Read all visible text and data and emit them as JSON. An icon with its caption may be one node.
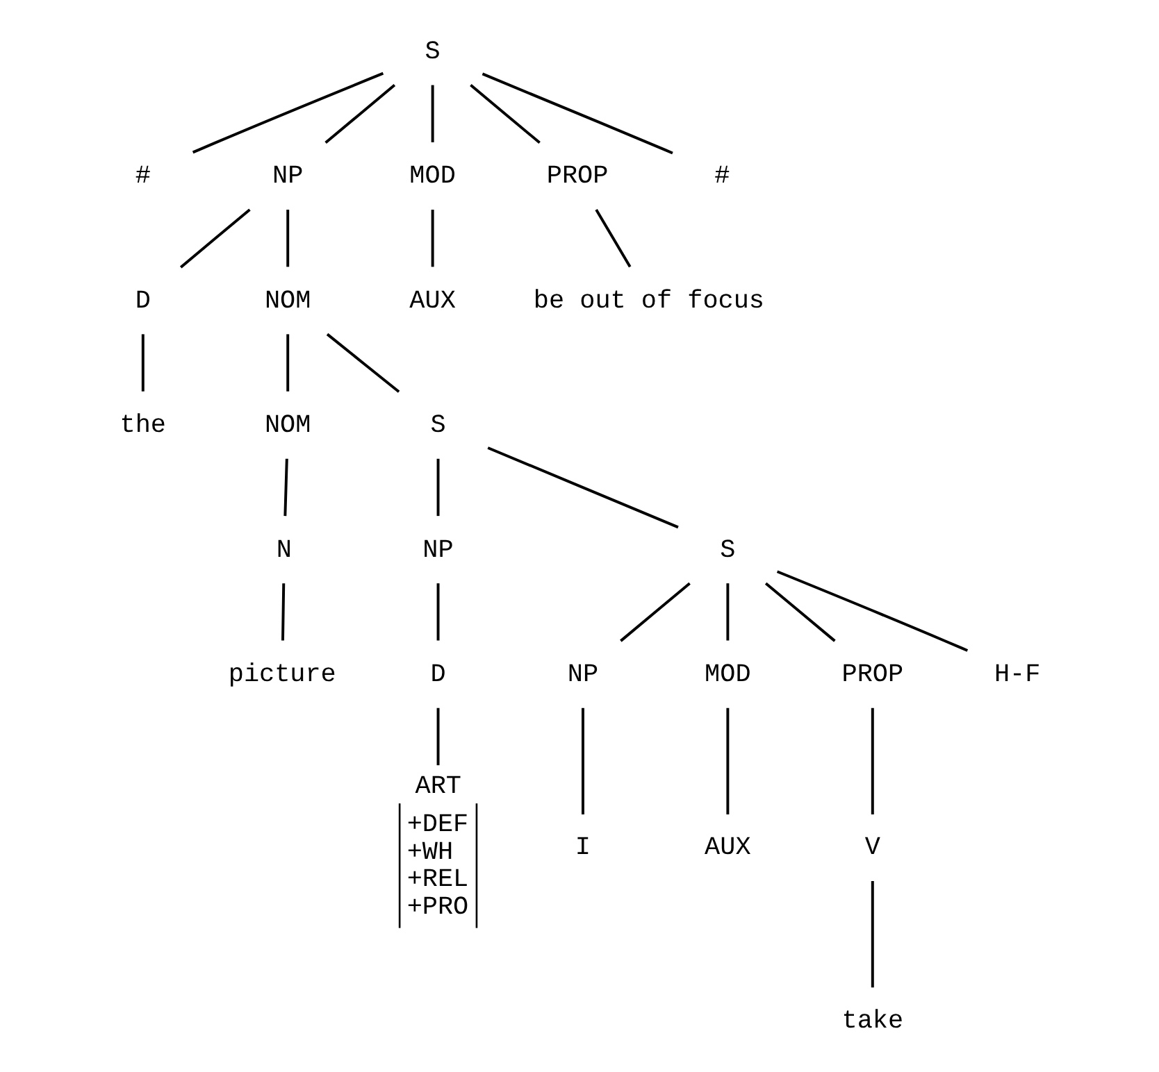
{
  "diagram": {
    "nodes": [
      {
        "text": [
          "S"
        ]
      },
      {
        "text": [
          "#"
        ]
      },
      {
        "text": [
          "NP"
        ]
      },
      {
        "text": [
          "MOD"
        ]
      },
      {
        "text": [
          "PROP"
        ]
      },
      {
        "text": [
          "#"
        ]
      },
      {
        "text": [
          "D"
        ]
      },
      {
        "text": [
          "NOM"
        ]
      },
      {
        "text": [
          "AUX"
        ]
      },
      {
        "text": [
          "be out of focus"
        ]
      },
      {
        "text": [
          "the"
        ]
      },
      {
        "text": [
          "NOM"
        ]
      },
      {
        "text": [
          "S"
        ]
      },
      {
        "text": [
          "N"
        ]
      },
      {
        "text": [
          "NP"
        ]
      },
      {
        "text": [
          "S"
        ]
      },
      {
        "text": [
          "picture"
        ]
      },
      {
        "text": [
          "D"
        ]
      },
      {
        "text": [
          "NP"
        ]
      },
      {
        "text": [
          "MOD"
        ]
      },
      {
        "text": [
          "PROP"
        ]
      },
      {
        "text": [
          "H-F"
        ]
      },
      {
        "text": [
          "ART",
          "+DEF",
          "+WH",
          "+REL",
          "+PRO"
        ]
      },
      {
        "text": [
          "I"
        ]
      },
      {
        "text": [
          "AUX"
        ]
      },
      {
        "text": [
          "V"
        ]
      },
      {
        "text": [
          "take"
        ]
      }
    ],
    "edges": [
      {
        "from": 0,
        "to": 1,
        "arrow": "none"
      },
      {
        "from": 0,
        "to": 2,
        "arrow": "none"
      },
      {
        "from": 0,
        "to": 3,
        "arrow": "none"
      },
      {
        "from": 0,
        "to": 4,
        "arrow": "none"
      },
      {
        "from": 0,
        "to": 5,
        "arrow": "none"
      },
      {
        "from": 2,
        "to": 6,
        "arrow": "none"
      },
      {
        "from": 2,
        "to": 7,
        "arrow": "none"
      },
      {
        "from": 3,
        "to": 8,
        "arrow": "none"
      },
      {
        "from": 4,
        "to": 9,
        "arrow": "none"
      },
      {
        "from": 6,
        "to": 10,
        "arrow": "none"
      },
      {
        "from": 7,
        "to": 11,
        "arrow": "none"
      },
      {
        "from": 7,
        "to": 12,
        "arrow": "none"
      },
      {
        "from": 11,
        "to": 13,
        "arrow": "none"
      },
      {
        "from": 12,
        "to": 14,
        "arrow": "none"
      },
      {
        "from": 12,
        "to": 15,
        "arrow": "none"
      },
      {
        "from": 13,
        "to": 16,
        "arrow": "none"
      },
      {
        "from": 14,
        "to": 17,
        "arrow": "none"
      },
      {
        "from": 15,
        "to": 18,
        "arrow": "none"
      },
      {
        "from": 15,
        "to": 19,
        "arrow": "none"
      },
      {
        "from": 15,
        "to": 20,
        "arrow": "none"
      },
      {
        "from": 15,
        "to": 21,
        "arrow": "none"
      },
      {
        "from": 17,
        "to": 22,
        "arrow": "none"
      },
      {
        "from": 18,
        "to": 23,
        "arrow": "none"
      },
      {
        "from": 19,
        "to": 24,
        "arrow": "none"
      },
      {
        "from": 20,
        "to": 25,
        "arrow": "none"
      },
      {
        "from": 25,
        "to": 26,
        "arrow": "none"
      }
    ]
  }
}
